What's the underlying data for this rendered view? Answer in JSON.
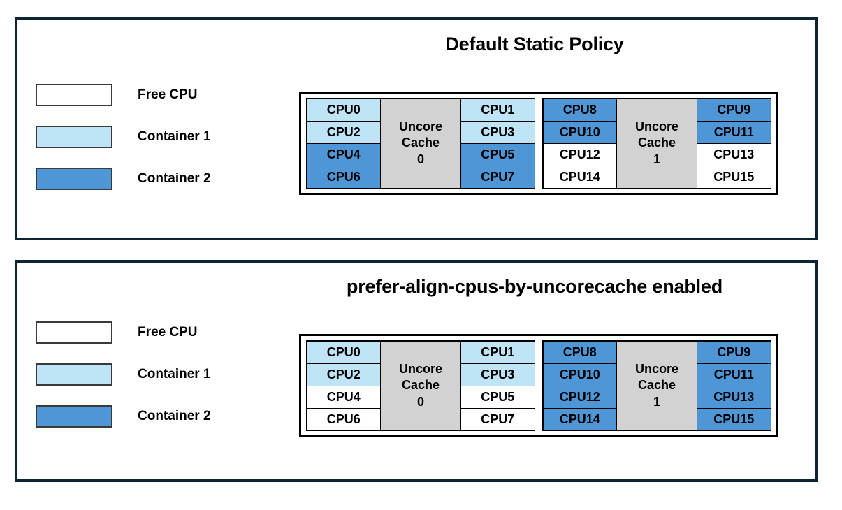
{
  "colors": {
    "free_cpu": "#ffffff",
    "container_1": "#bfe4f5",
    "container_2": "#4e96d6",
    "uncore_cache": "#d2d2d2",
    "frame": "#0d2433",
    "cell_border": "#000000"
  },
  "legend": {
    "items": [
      {
        "label": "Free CPU",
        "fill": "free"
      },
      {
        "label": "Container 1",
        "fill": "c1"
      },
      {
        "label": "Container 2",
        "fill": "c2"
      }
    ]
  },
  "panels": [
    {
      "title": "Default Static Policy",
      "sockets": [
        {
          "left_column": [
            {
              "label": "CPU0",
              "fill": "c1"
            },
            {
              "label": "CPU2",
              "fill": "c1"
            },
            {
              "label": "CPU4",
              "fill": "c2"
            },
            {
              "label": "CPU6",
              "fill": "c2"
            }
          ],
          "cache": {
            "line1": "Uncore",
            "line2": "Cache",
            "line3": "0"
          },
          "right_column": [
            {
              "label": "CPU1",
              "fill": "c1"
            },
            {
              "label": "CPU3",
              "fill": "c1"
            },
            {
              "label": "CPU5",
              "fill": "c2"
            },
            {
              "label": "CPU7",
              "fill": "c2"
            }
          ]
        },
        {
          "left_column": [
            {
              "label": "CPU8",
              "fill": "c2"
            },
            {
              "label": "CPU10",
              "fill": "c2"
            },
            {
              "label": "CPU12",
              "fill": "free"
            },
            {
              "label": "CPU14",
              "fill": "free"
            }
          ],
          "cache": {
            "line1": "Uncore",
            "line2": "Cache",
            "line3": "1"
          },
          "right_column": [
            {
              "label": "CPU9",
              "fill": "c2"
            },
            {
              "label": "CPU11",
              "fill": "c2"
            },
            {
              "label": "CPU13",
              "fill": "free"
            },
            {
              "label": "CPU15",
              "fill": "free"
            }
          ]
        }
      ]
    },
    {
      "title": "prefer-align-cpus-by-uncorecache enabled",
      "sockets": [
        {
          "left_column": [
            {
              "label": "CPU0",
              "fill": "c1"
            },
            {
              "label": "CPU2",
              "fill": "c1"
            },
            {
              "label": "CPU4",
              "fill": "free"
            },
            {
              "label": "CPU6",
              "fill": "free"
            }
          ],
          "cache": {
            "line1": "Uncore",
            "line2": "Cache",
            "line3": "0"
          },
          "right_column": [
            {
              "label": "CPU1",
              "fill": "c1"
            },
            {
              "label": "CPU3",
              "fill": "c1"
            },
            {
              "label": "CPU5",
              "fill": "free"
            },
            {
              "label": "CPU7",
              "fill": "free"
            }
          ]
        },
        {
          "left_column": [
            {
              "label": "CPU8",
              "fill": "c2"
            },
            {
              "label": "CPU10",
              "fill": "c2"
            },
            {
              "label": "CPU12",
              "fill": "c2"
            },
            {
              "label": "CPU14",
              "fill": "c2"
            }
          ],
          "cache": {
            "line1": "Uncore",
            "line2": "Cache",
            "line3": "1"
          },
          "right_column": [
            {
              "label": "CPU9",
              "fill": "c2"
            },
            {
              "label": "CPU11",
              "fill": "c2"
            },
            {
              "label": "CPU13",
              "fill": "c2"
            },
            {
              "label": "CPU15",
              "fill": "c2"
            }
          ]
        }
      ]
    }
  ]
}
